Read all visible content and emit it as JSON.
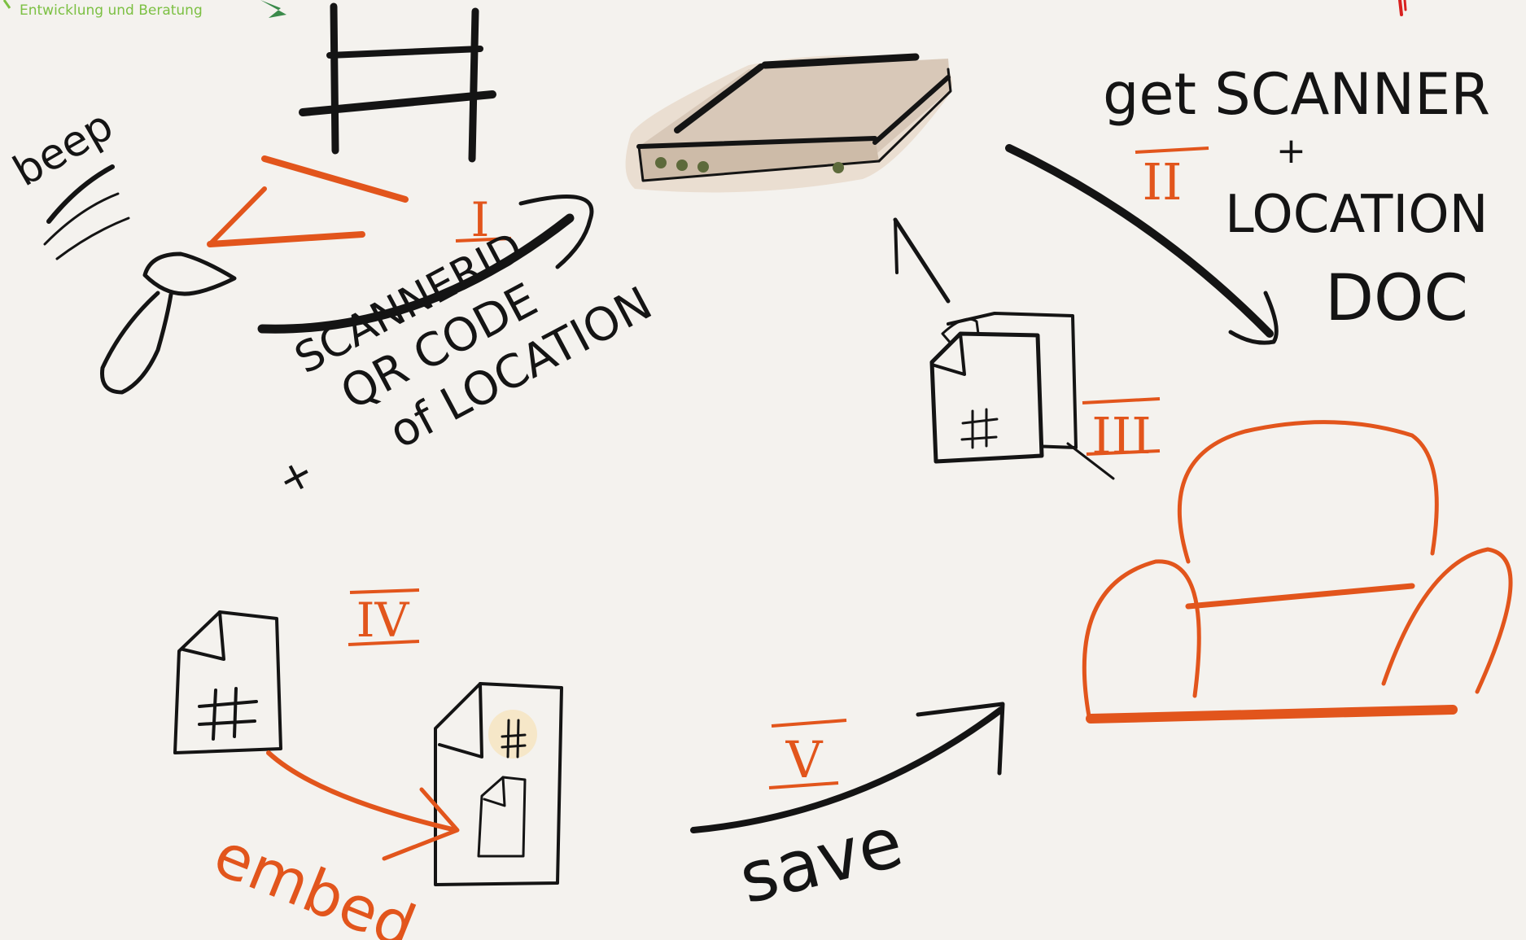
{
  "brand": {
    "tagline": "Entwicklung und Beratung",
    "colors": {
      "green": "#7cc043",
      "red": "#d8211f"
    }
  },
  "colors": {
    "ink": "#141414",
    "accent": "#e2551c",
    "background": "#f4f2ee",
    "device_body": "#d8c8b8",
    "led": "#5d6a3b"
  },
  "labels": {
    "beep": "beep",
    "scanner_line1": "SCANNERID",
    "scanner_plus": "+",
    "scanner_line2": "QR CODE",
    "scanner_line3": "of LOCATION",
    "get_line1": "get SCANNER",
    "get_plus": "+",
    "get_line2": "LOCATION",
    "get_line3": "DOC",
    "embed": "embed",
    "save": "save"
  },
  "steps": [
    "I",
    "II",
    "III",
    "IV",
    "V"
  ],
  "icons": [
    "barcode-scanner-icon",
    "qr-code-icon",
    "server-icon",
    "document-stack-icon",
    "document-icon",
    "sofa-icon"
  ]
}
